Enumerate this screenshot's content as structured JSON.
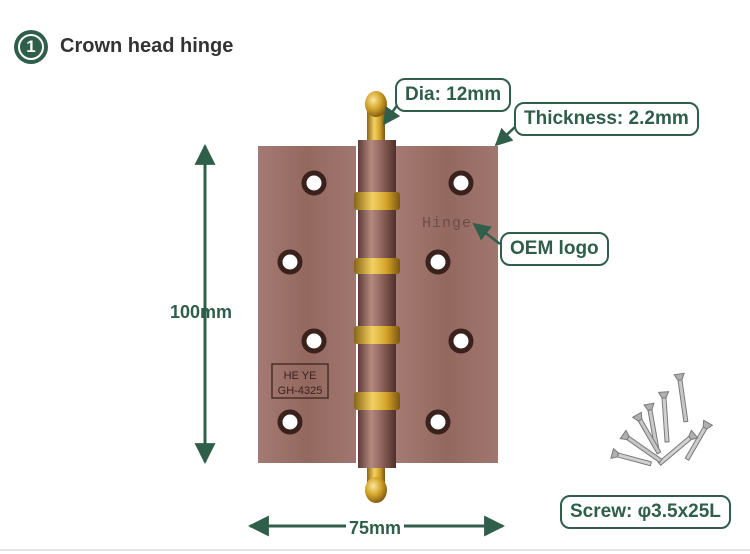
{
  "header": {
    "step_number": "1",
    "title": "Crown head hinge"
  },
  "callouts": {
    "diameter": "Dia: 12mm",
    "thickness": "Thickness: 2.2mm",
    "logo": "OEM logo",
    "screw": "Screw: φ3.5x25L"
  },
  "dimensions": {
    "height": "100mm",
    "width": "75mm"
  },
  "hinge": {
    "engraving": "Hinge",
    "stamp_line1": "HE YE",
    "stamp_line2": "GH-4325"
  },
  "colors": {
    "accent": "#2f5e4a",
    "hinge_finish": "#9a706a",
    "knuckle_brass": "#d4a52a"
  }
}
